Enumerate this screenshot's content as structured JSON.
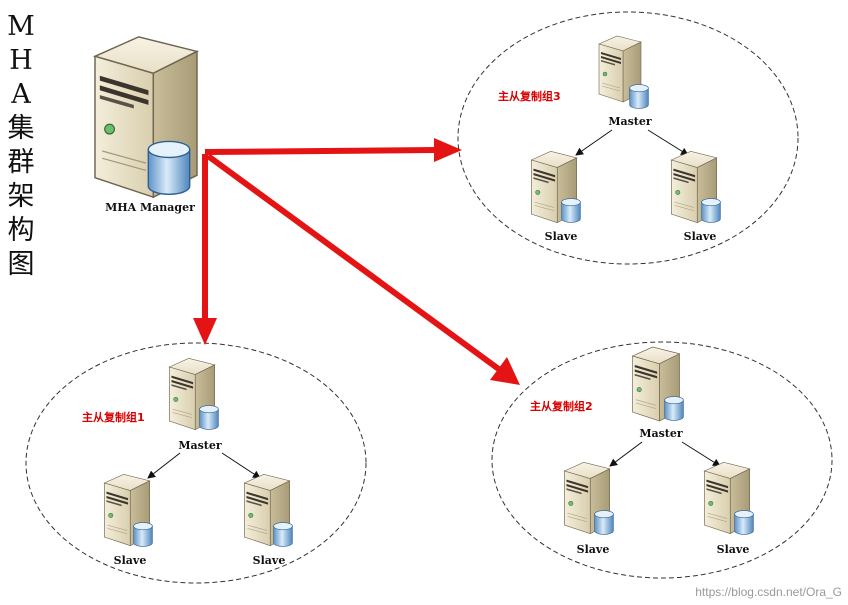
{
  "title_chars": [
    "M",
    "H",
    "A",
    "集",
    "群",
    "架",
    "构",
    "图"
  ],
  "manager": {
    "label": "MHA Manager"
  },
  "groups": [
    {
      "name": "主从复制组3",
      "master": "Master",
      "slaves": [
        "Slave",
        "Slave"
      ]
    },
    {
      "name": "主从复制组1",
      "master": "Master",
      "slaves": [
        "Slave",
        "Slave"
      ]
    },
    {
      "name": "主从复制组2",
      "master": "Master",
      "slaves": [
        "Slave",
        "Slave"
      ]
    }
  ],
  "watermark": "https://blog.csdn.net/Ora_G",
  "colors": {
    "arrow": "#e41414",
    "group_label": "#d90000",
    "server_body": "#e6dcc0",
    "database": "#7fb0dc"
  }
}
